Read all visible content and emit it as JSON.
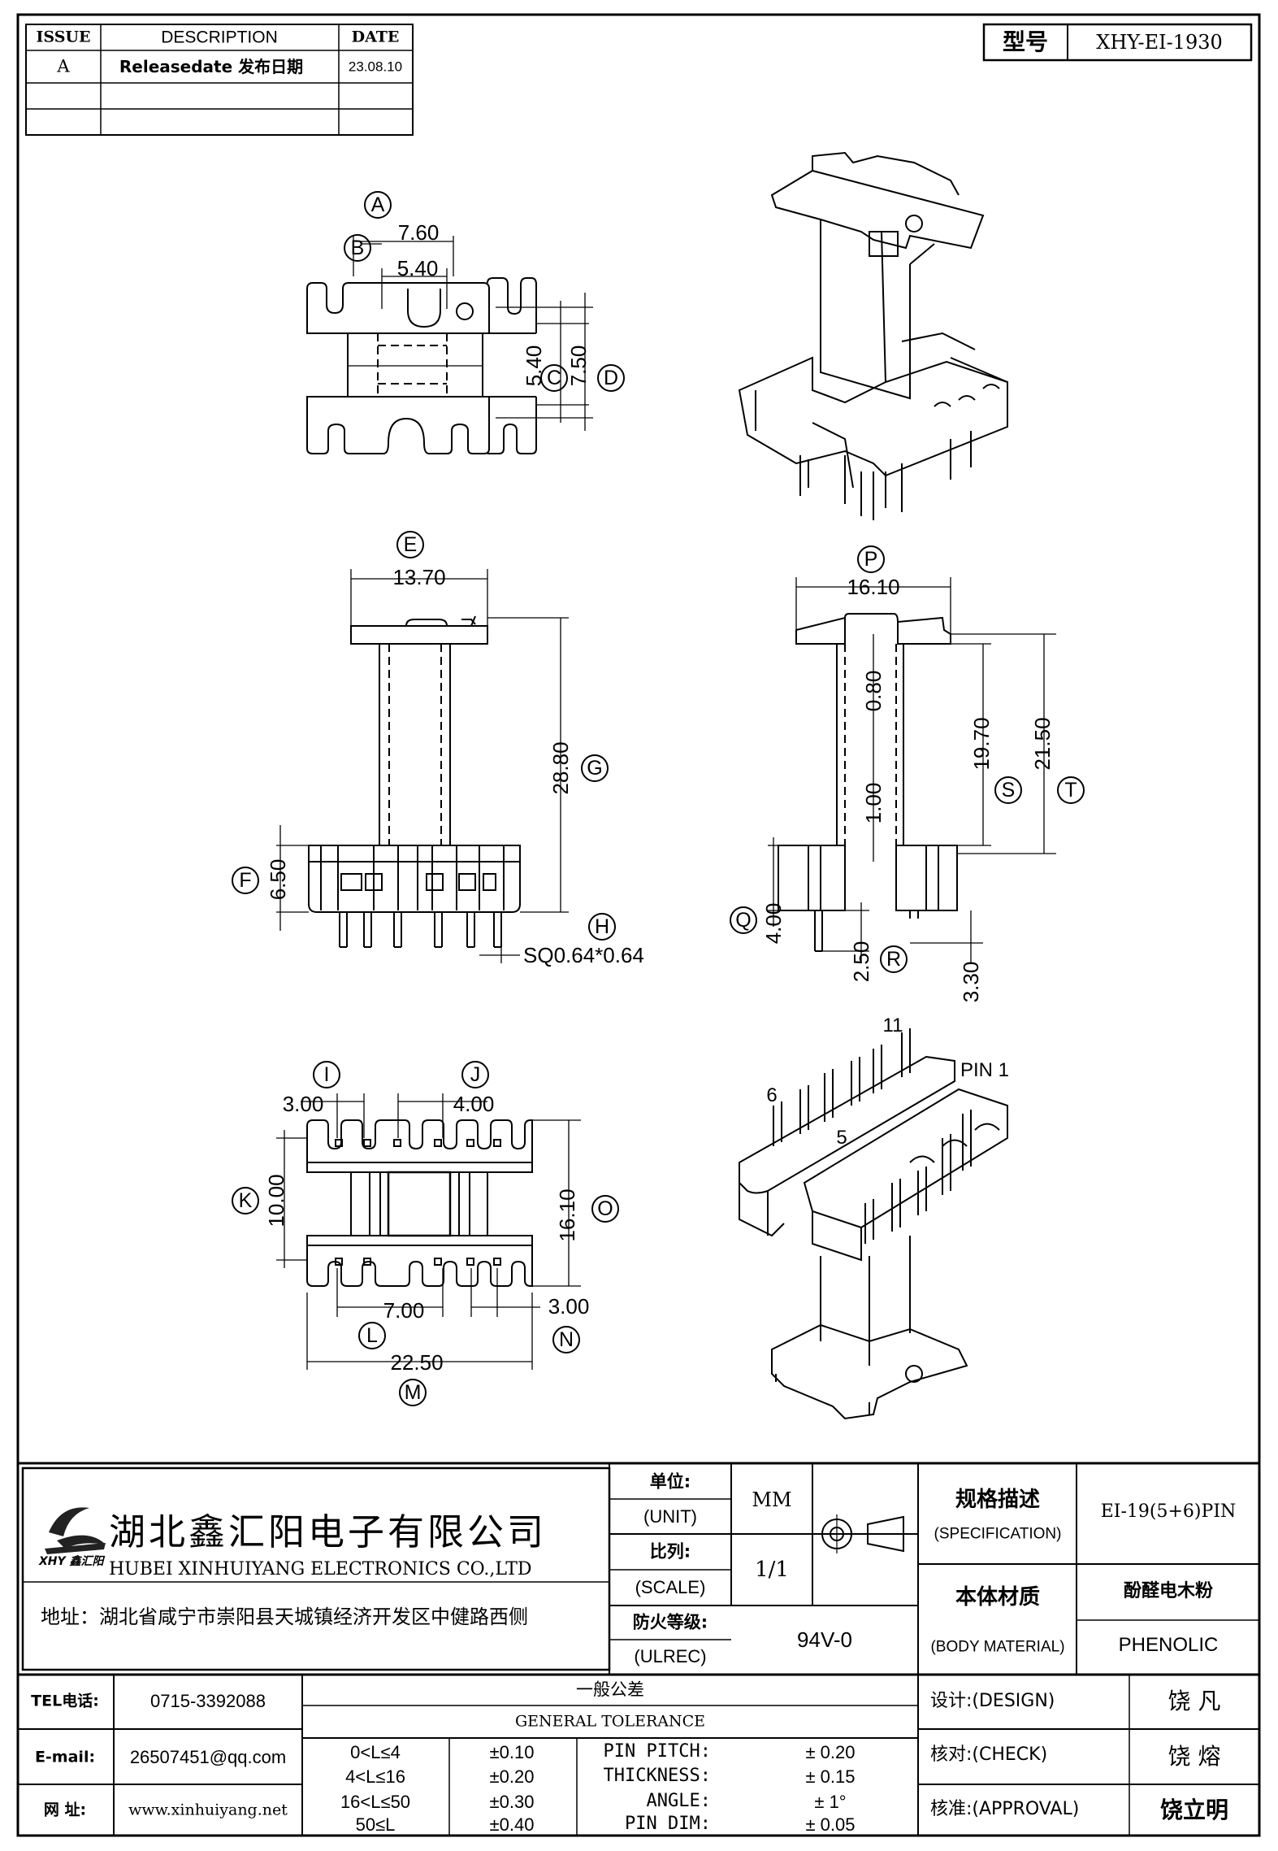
{
  "revision_table": {
    "headers": {
      "issue": "ISSUE",
      "description": "DESCRIPTION",
      "date": "DATE"
    },
    "rows": [
      {
        "issue": "A",
        "description": "Releasedate 发布日期",
        "date": "23.08.10"
      }
    ]
  },
  "part_number": {
    "label": "型号",
    "value": "XHY-EI-1930"
  },
  "top_view": {
    "callouts": [
      "A",
      "B",
      "C",
      "D"
    ],
    "dims": {
      "a": "7.60",
      "b": "5.40",
      "c": "5.40",
      "d": "7.50"
    }
  },
  "front_view": {
    "callouts": [
      "E",
      "G",
      "F",
      "H"
    ],
    "dims": {
      "e": "13.70",
      "g": "28.80",
      "f": "6.50",
      "h": "SQ0.64*0.64"
    }
  },
  "side_view": {
    "callouts": [
      "P",
      "S",
      "T",
      "Q",
      "R"
    ],
    "dims": {
      "p": "16.10",
      "a1": "0.80",
      "s": "19.70",
      "t": "21.50",
      "b1": "1.00",
      "q": "4.00",
      "r": "2.50",
      "u": "3.30"
    }
  },
  "bottom_view": {
    "callouts": [
      "I",
      "J",
      "K",
      "O",
      "L",
      "N",
      "M"
    ],
    "dims": {
      "i": "3.00",
      "j": "4.00",
      "k": "10.00",
      "o": "16.10",
      "l": "7.00",
      "n": "3.00",
      "m": "22.50"
    }
  },
  "iso_bottom": {
    "pin_labels": {
      "p11": "11",
      "p1": "PIN 1",
      "p6": "6",
      "p5": "5"
    }
  },
  "company": {
    "name_cn": "湖北鑫汇阳电子有限公司",
    "name_en": "HUBEI XINHUIYANG ELECTRONICS CO.,LTD",
    "address": "地址：湖北省咸宁市崇阳县天城镇经济开发区中健路西侧",
    "logo_text": "XHY 鑫汇阳"
  },
  "title_block": {
    "unit": {
      "cn": "单位:",
      "en": "(UNIT)",
      "value": "MM"
    },
    "scale": {
      "cn": "比列:",
      "en": "(SCALE)",
      "value": "1/1"
    },
    "fire": {
      "cn": "防火等级:",
      "en": "(ULREC)",
      "value": "94V-0"
    },
    "spec": {
      "cn": "规格描述",
      "en": "(SPECIFICATION)",
      "value": "EI-19(5+6)PIN"
    },
    "material": {
      "cn": "本体材质",
      "en": "(BODY MATERIAL)",
      "value_cn": "酚醛电木粉",
      "value_en": "PHENOLIC"
    }
  },
  "contact": {
    "tel_label": "TEL电话:",
    "tel": "0715-3392088",
    "email_label": "E-mail:",
    "email": "26507451@qq.com",
    "web_label": "网  址:",
    "web": "www.xinhuiyang.net"
  },
  "tolerance": {
    "title_cn": "一般公差",
    "title_en": "GENERAL TOLERANCE",
    "ranges": [
      {
        "range": "0<L≤4",
        "tol": "±0.10",
        "item": "PIN PITCH:",
        "val": "± 0.20"
      },
      {
        "range": "4<L≤16",
        "tol": "±0.20",
        "item": "THICKNESS:",
        "val": "± 0.15"
      },
      {
        "range": "16<L≤50",
        "tol": "±0.30",
        "item": "ANGLE:",
        "val": "± 1°"
      },
      {
        "range": "50≤L",
        "tol": "±0.40",
        "item": "PIN DIM:",
        "val": "± 0.05"
      }
    ]
  },
  "approvals": {
    "design_label": "设计:(DESIGN)",
    "design": "饶  凡",
    "check_label": "核对:(CHECK)",
    "check": "饶  熔",
    "approval_label": "核准:(APPROVAL)",
    "approval": "饶立明"
  }
}
